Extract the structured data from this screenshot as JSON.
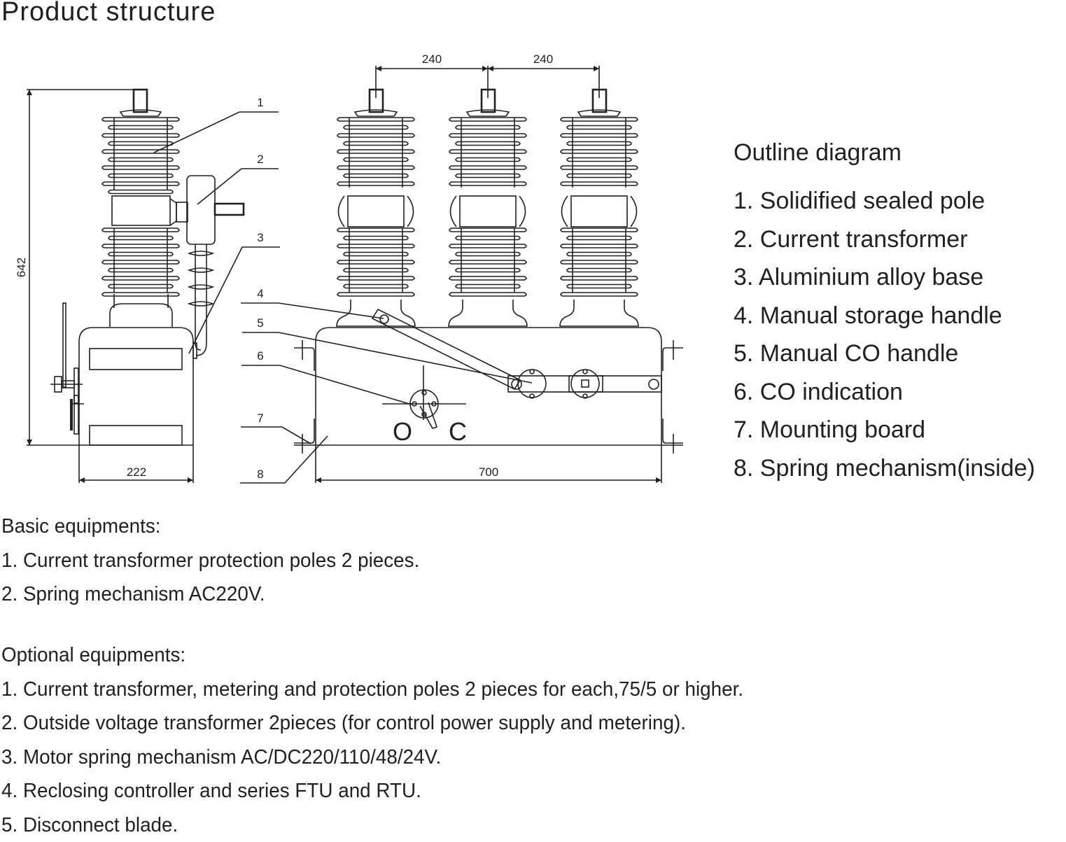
{
  "page": {
    "title": "Product structure"
  },
  "diagram": {
    "dimensions": {
      "height": "642",
      "side_width": "222",
      "pole_spacing_left": "240",
      "pole_spacing_right": "240",
      "front_width": "700"
    },
    "callout_numbers": [
      "1",
      "2",
      "3",
      "4",
      "5",
      "6",
      "7",
      "8"
    ],
    "indicator_labels": {
      "open": "O",
      "close": "C"
    }
  },
  "legend": {
    "title": "Outline diagram",
    "items": [
      "1. Solidified sealed pole",
      "2. Current transformer",
      "3. Aluminium alloy base",
      "4. Manual storage handle",
      "5. Manual CO handle",
      "6. CO indication",
      "7. Mounting board",
      "8. Spring mechanism(inside)"
    ]
  },
  "basic_equipments": {
    "heading": "Basic equipments:",
    "items": [
      "1. Current transformer protection poles 2 pieces.",
      "2. Spring mechanism AC220V."
    ]
  },
  "optional_equipments": {
    "heading": "Optional equipments:",
    "items": [
      "1. Current transformer, metering and protection poles 2 pieces for each,75/5 or higher.",
      "2. Outside voltage transformer 2pieces (for control power supply and metering).",
      "3. Motor spring mechanism  AC/DC220/110/48/24V.",
      "4. Reclosing controller and series FTU and RTU.",
      "5. Disconnect blade."
    ]
  }
}
